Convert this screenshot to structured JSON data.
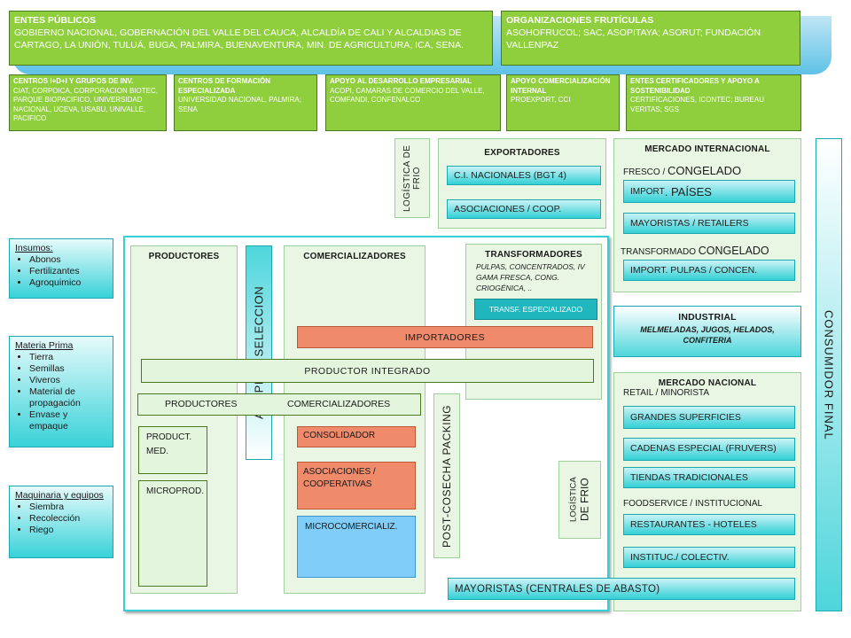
{
  "top": {
    "publicos": {
      "title": "ENTES PÚBLICOS",
      "text": "GOBIERNO NACIONAL, GOBERNACIÓN DEL VALLE DEL CAUCA, ALCALDÍA DE CALI Y ALCALDIAS DE CARTAGO, LA UNIÓN, TULUÁ, BUGA, PALMIRA, BUENAVENTURA, MIN. DE AGRICULTURA, ICA, SENA."
    },
    "organizaciones": {
      "title": "ORGANIZACIONES FRUTÍCULAS",
      "text": "ASOHOFRUCOL; SAC, ASOPITAYA; ASORUT; FUNDACIÓN VALLENPAZ"
    }
  },
  "support": [
    {
      "title": "CENTROS I+D+I Y GRUPOS DE INV.",
      "text": "CIAT, CORPOICA, CORPORACION BIOTEC, PARQUE BIOPACIFICO, UNIVERSIDAD NACIONAL, UCEVA, USABU, UNIVALLE, PACIFICO"
    },
    {
      "title": "CENTROS DE FORMACIÓN ESPECIALIZADA",
      "text": "UNIVERSIDAD NACIONAL, PALMIRA; SENA"
    },
    {
      "title": "APOYO AL DESARROLLO EMPRESARIAL",
      "text": "ACOPI, CAMARAS DE COMERCIO DEL VALLE, COMFANDI, CONFENALCO"
    },
    {
      "title": "APOYO COMERCIALIZACIÓN INTERNAL",
      "text": "PROEXPORT, CCI"
    },
    {
      "title": "ENTES CERTIFICADORES Y APOYO A SOSTENIBILIDAD",
      "text": "CERTIFICACIONES, ICONTEC; BUREAU VERITAS; SGS"
    }
  ],
  "insumos": {
    "title": "Insumos:",
    "items": [
      "Abonos",
      "Fertilizantes",
      "Agroquimico"
    ]
  },
  "materia": {
    "title": "Materia Prima",
    "items": [
      "Tierra",
      "Semillas",
      "Viveros",
      "Material de propagación",
      "Envase y empaque"
    ]
  },
  "maquinaria": {
    "title": "Maquinaria y equipos",
    "items": [
      "Siembra",
      "Recolección",
      "Riego"
    ]
  },
  "logistica_frio_top": "LOGÍSTICA DE FRIO",
  "exportadores": {
    "title": "EXPORTADORES",
    "items": [
      "C.I. NACIONALES (BGT 4)",
      "ASOCIACIONES / COOP."
    ]
  },
  "mercado_internacional": {
    "title": "MERCADO INTERNACIONAL",
    "fresco_label_a": "FRESCO / ",
    "fresco_label_b": "CONGELADO",
    "import_paises_a": "IMPORT",
    "import_paises_b": ". PAÍSES",
    "mayoristas": "MAYORISTAS / RETAILERS",
    "transformado_a": "TRANSFORMADO ",
    "transformado_b": "CONGELADO",
    "import_pulpas": "IMPORT. PULPAS / CONCEN."
  },
  "industrial": {
    "title": "INDUSTRIAL",
    "text": "MELMELADAS, JUGOS, HELADOS, CONFITERIA"
  },
  "mercado_nacional": {
    "title": "MERCADO NACIONAL",
    "retail": "RETAIL / MINORISTA",
    "items_retail": [
      "GRANDES SUPERFICIES",
      "CADENAS ESPECIAL (FRUVERS)",
      "TIENDAS TRADICIONALES"
    ],
    "foodservice": "FOODSERVICE / INSTITUCIONAL",
    "items_food": [
      "RESTAURANTES - HOTELES",
      "INSTITUC./ COLECTIV."
    ]
  },
  "consumidor": "CONSUMIDOR FINAL",
  "productores": {
    "title": "PRODUCTORES",
    "med": "PRODUCT. MED.",
    "micro": "MICROPROD."
  },
  "acopio": "ACOPIO Y SELECCION",
  "comercializadores": {
    "title": "COMERCIALIZADORES",
    "consolidador": "CONSOLIDADOR",
    "asociaciones": "ASOCIACIONES / COOPERATIVAS",
    "micro": "MICROCOMERCIALIZ."
  },
  "transformadores": {
    "title": "TRANSFORMADORES",
    "text": "PULPAS, CONCENTRADOS, IV GAMA FRESCA, CONG. CRIOGÉNICA, ..",
    "especializado": "TRANSF. ESPECIALIZADO"
  },
  "importadores": "IMPORTADORES",
  "productor_integrado": "PRODUCTOR INTEGRADO",
  "prod_com_bar": {
    "left": "PRODUCTORES",
    "right": "COMERCIALIZADORES"
  },
  "post_cosecha": "POST-COSECHA PACKING",
  "logistica_frio_bottom_a": "LOGÍSTICA",
  "logistica_frio_bottom_b": "DE FRIO",
  "mayoristas_centrales": "MAYORISTAS (CENTRALES DE ABASTO)"
}
